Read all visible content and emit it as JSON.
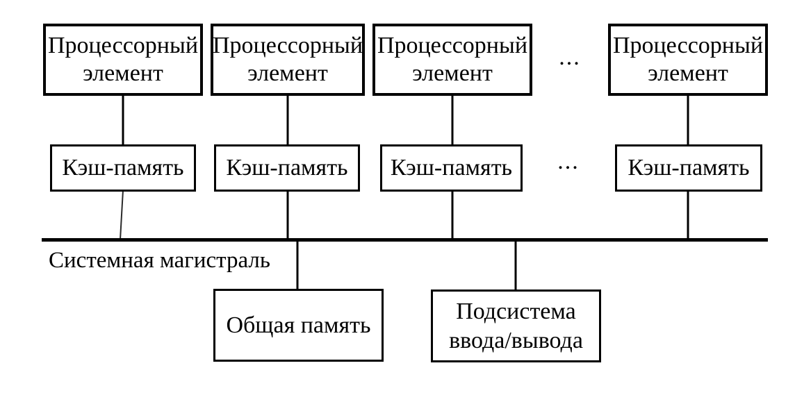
{
  "diagram": {
    "processor": {
      "line1": "Процессорный",
      "line2": "элемент"
    },
    "cache": {
      "label": "Кэш-память"
    },
    "ellipsis": "...",
    "bus": {
      "label": "Системная магистраль"
    },
    "shared_memory": {
      "label": "Общая память"
    },
    "io_subsystem": {
      "line1": "Подсистема",
      "line2": "ввода/вывода"
    },
    "colors": {
      "background": "#ffffff",
      "line": "#000000",
      "text": "#000000"
    }
  }
}
